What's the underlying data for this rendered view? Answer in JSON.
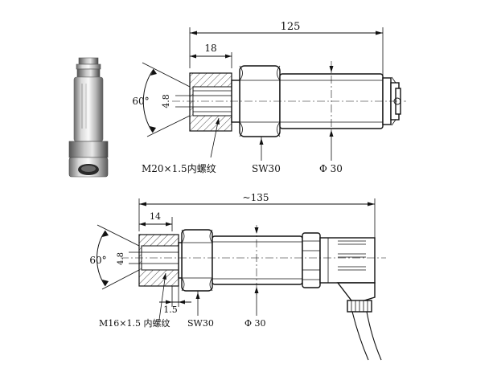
{
  "top_drawing": {
    "overall_length": "125",
    "thread_depth": "18",
    "cone_angle": "60°",
    "bore_diameter": "4.8",
    "thread_label": "M20×1.5内螺纹",
    "wrench_label": "SW30",
    "diameter_label": "Φ 30"
  },
  "bottom_drawing": {
    "overall_length": "~135",
    "thread_depth": "14",
    "cone_angle": "60°",
    "bore_diameter": "4.8",
    "gap_dimension": "1.5",
    "thread_label": "M16×1.5 内螺纹",
    "wrench_label": "SW30",
    "diameter_label": "Φ 30"
  },
  "photo": {
    "icon": "pressure-transmitter-photo"
  }
}
